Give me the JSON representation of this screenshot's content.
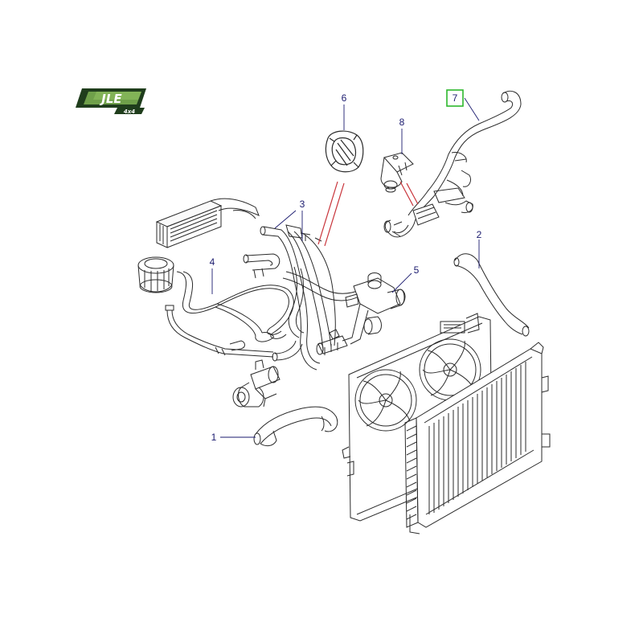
{
  "logo": {
    "brand": "JLE",
    "sub": "4x4",
    "colors": {
      "dark": "#1f3d1c",
      "light": "#6fa04a",
      "text": "#ffffff"
    }
  },
  "callouts": [
    {
      "id": "1",
      "label": "1",
      "highlighted": false
    },
    {
      "id": "2",
      "label": "2",
      "highlighted": false
    },
    {
      "id": "3",
      "label": "3",
      "highlighted": false
    },
    {
      "id": "4",
      "label": "4",
      "highlighted": false
    },
    {
      "id": "5",
      "label": "5",
      "highlighted": false
    },
    {
      "id": "6",
      "label": "6",
      "highlighted": false
    },
    {
      "id": "7",
      "label": "7",
      "highlighted": true
    },
    {
      "id": "8",
      "label": "8",
      "highlighted": false
    }
  ],
  "colors": {
    "line": "#2a2a2a",
    "callout_text": "#1a1a6e",
    "leader": "#1a1a6e",
    "highlight_box": "#2db82d",
    "red_arrow": "#c8333a"
  }
}
